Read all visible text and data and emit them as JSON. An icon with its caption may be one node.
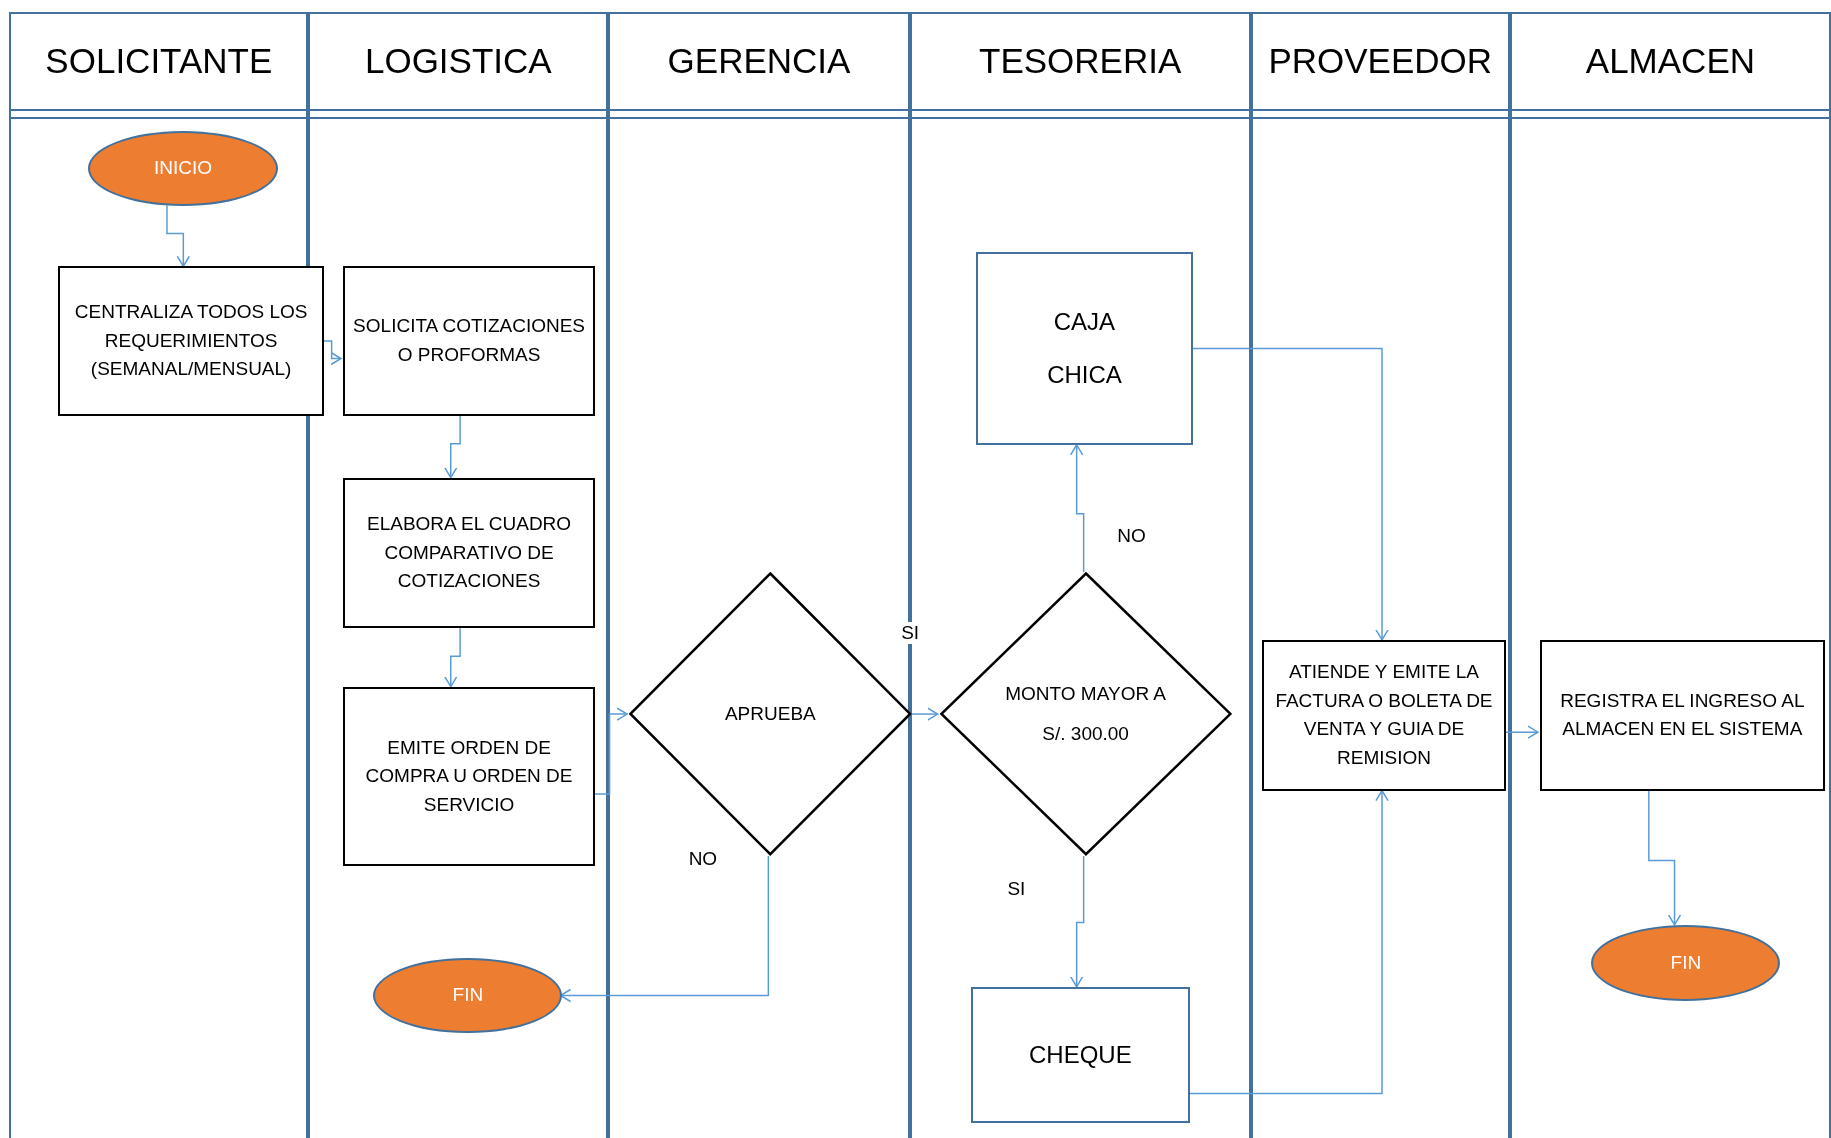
{
  "diagram": {
    "nodes": [
      {
        "text": [
          "SOLICITANTE"
        ]
      },
      {
        "text": [
          "LOGISTICA"
        ]
      },
      {
        "text": [
          "GERENCIA"
        ]
      },
      {
        "text": [
          "TESORERIA"
        ]
      },
      {
        "text": [
          "PROVEEDOR"
        ]
      },
      {
        "text": [
          "ALMACEN"
        ]
      },
      {
        "text": [
          "INICIO"
        ],
        "in": 0
      },
      {
        "text": [
          "CENTRALIZA TODOS LOS REQUERIMIENTOS (SEMANAL/MENSUAL)"
        ],
        "in": 0
      },
      {
        "text": [
          "SOLICITA COTIZACIONES O PROFORMAS"
        ],
        "in": 1
      },
      {
        "text": [
          "ELABORA EL CUADRO COMPARATIVO DE COTIZACIONES"
        ],
        "in": 1
      },
      {
        "text": [
          "EMITE ORDEN DE COMPRA U ORDEN DE SERVICIO"
        ],
        "in": 1
      },
      {
        "text": [
          "FIN"
        ],
        "in": 1
      },
      {
        "text": [
          "APRUEBA"
        ],
        "in": 2
      },
      {
        "text": [
          "CAJA CHICA"
        ],
        "in": 3
      },
      {
        "text": [
          "MONTO MAYOR A S/. 300.00"
        ],
        "in": 3
      },
      {
        "text": [
          "CHEQUE"
        ],
        "in": 3
      },
      {
        "text": [
          "ATIENDE Y EMITE LA FACTURA O BOLETA DE VENTA Y GUIA DE REMISION"
        ],
        "in": 4
      },
      {
        "text": [
          "REGISTRA EL INGRESO AL ALMACEN EN EL SISTEMA"
        ],
        "in": 5
      },
      {
        "text": [
          "FIN"
        ],
        "in": 5
      }
    ],
    "edges": [
      {
        "from": 6,
        "to": 7,
        "arrow": "to"
      },
      {
        "from": 7,
        "to": 8,
        "arrow": "to"
      },
      {
        "from": 8,
        "to": 9,
        "arrow": "to"
      },
      {
        "from": 9,
        "to": 10,
        "arrow": "to"
      },
      {
        "from": 10,
        "to": 12,
        "arrow": "to"
      },
      {
        "from": 12,
        "to": 14,
        "arrow": "to",
        "label": "SI"
      },
      {
        "from": 12,
        "to": 11,
        "arrow": "to",
        "label": "NO"
      },
      {
        "from": 14,
        "to": 13,
        "arrow": "to",
        "label": "NO"
      },
      {
        "from": 14,
        "to": 15,
        "arrow": "to",
        "label": "SI"
      },
      {
        "from": 13,
        "to": 16,
        "arrow": "to"
      },
      {
        "from": 15,
        "to": 16,
        "arrow": "to"
      },
      {
        "from": 16,
        "to": 17,
        "arrow": "to"
      },
      {
        "from": 17,
        "to": 18,
        "arrow": "to"
      }
    ]
  }
}
